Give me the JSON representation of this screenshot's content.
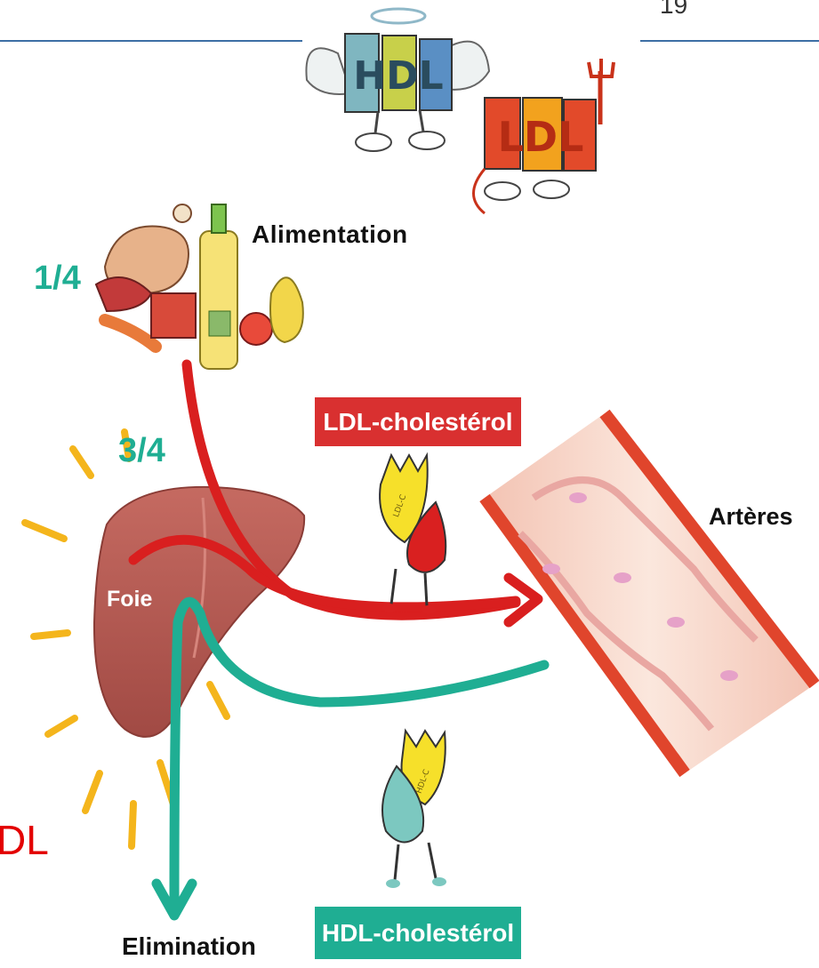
{
  "page_number": "19",
  "mascots": {
    "hdl_text": "HDL",
    "ldl_text": "LDL"
  },
  "labels": {
    "alimentation": "Alimentation",
    "fraction_diet": "1/4",
    "fraction_liver": "3/4",
    "foie": "Foie",
    "arteres": "Artères",
    "elimination": "Elimination",
    "partial_ldl": "DL"
  },
  "boxes": {
    "ldl": "LDL-cholestérol",
    "hdl": "HDL-cholestérol"
  },
  "characters": {
    "ldl_tag": "LDL-C",
    "hdl_tag": "HDL-C"
  },
  "colors": {
    "ldl_red": "#d93030",
    "hdl_teal": "#1fae93",
    "liver": "#b75a52",
    "artery_wall": "#e0452c",
    "artery_inner": "#f7d6c8",
    "sun_rays": "#f4b51c",
    "header_line": "#3d6fa5"
  }
}
